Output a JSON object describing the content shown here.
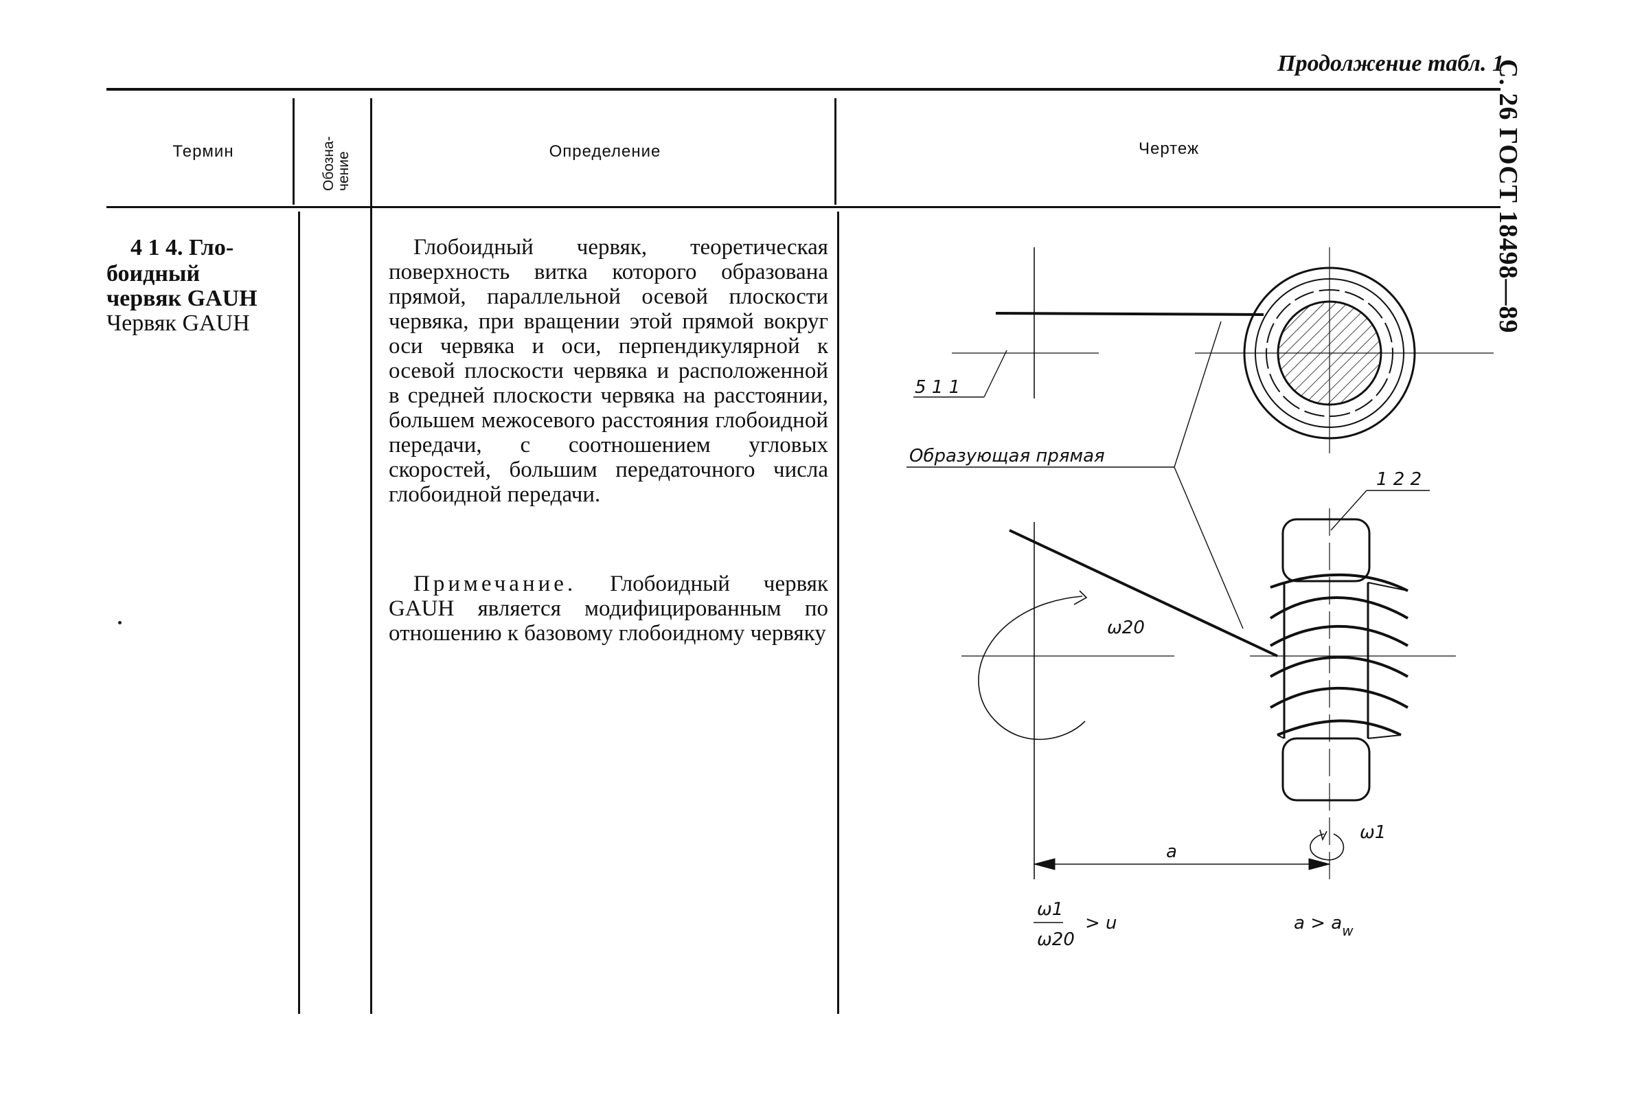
{
  "header": {
    "continuation": "Продолжение табл. 1",
    "side_label": "С. 26 ГОСТ 18498—89"
  },
  "columns": {
    "term": "Термин",
    "designation": "Обозна-\nчение",
    "definition": "Определение",
    "drawing": "Чертеж"
  },
  "entry": {
    "number_title": "4 1 4. Гло-",
    "term_lines": [
      "боидный",
      "червяк GAUH",
      "Червяк GAUH"
    ],
    "definition": "Глобоидный червяк, теоретическая поверхность витка которого образована прямой, параллельной осевой плоскости червяка, при вращении этой прямой вокруг оси червяка и оси, перпендикулярной к осевой плоскости червяка и расположенной в средней плоскости червяка на расстоянии, большем межосевого расстояния глобоидной передачи, с соотношением угловых скоростей, большим передаточного числа глобоидной передачи.",
    "note_label": "Примечание.",
    "note_text": "Глобоидный червяк GAUH является модифицированным по отношению к базовому глобоидному червяку"
  },
  "drawing": {
    "ref_511": "5 1 1",
    "ref_122": "1 2 2",
    "generating_line": "Образующая прямая",
    "omega20": "ω20",
    "omega1": "ω1",
    "distance": "a",
    "ratio_num": "ω1",
    "ratio_den": "ω20",
    "ratio_rel": "> u",
    "dist_rel": "a > a",
    "dist_sub": "w"
  }
}
